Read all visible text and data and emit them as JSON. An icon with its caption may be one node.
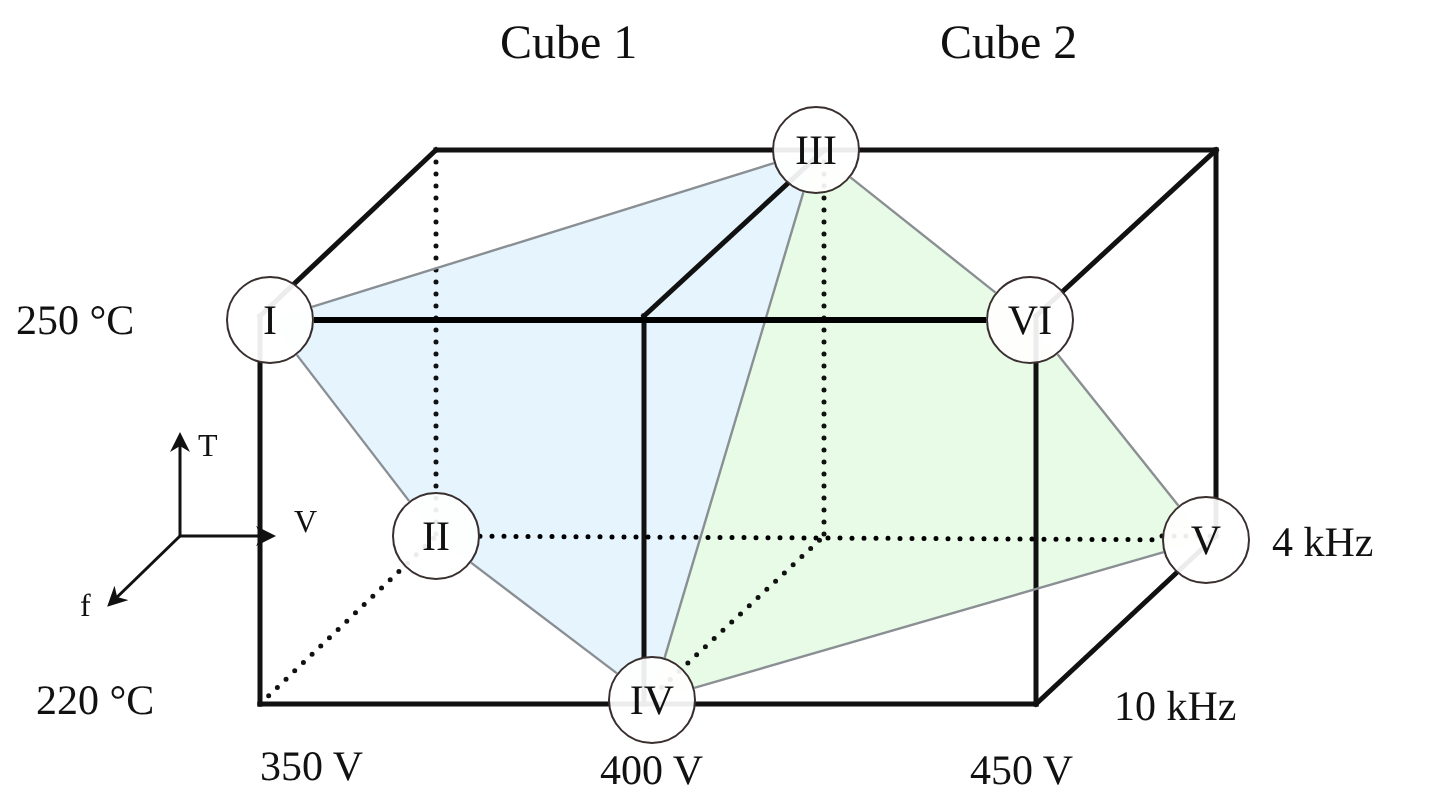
{
  "diagram": {
    "nodes": [
      {
        "text": [
          "I"
        ]
      },
      {
        "text": [
          "II"
        ]
      },
      {
        "text": [
          "III"
        ]
      },
      {
        "text": [
          "IV"
        ]
      },
      {
        "text": [
          "V"
        ]
      },
      {
        "text": [
          "VI"
        ]
      }
    ],
    "edges": [
      {
        "from": 0,
        "to": 2,
        "arrow": "none"
      },
      {
        "from": 0,
        "to": 1,
        "arrow": "none"
      },
      {
        "from": 1,
        "to": 3,
        "arrow": "none"
      },
      {
        "from": 2,
        "to": 3,
        "arrow": "none"
      },
      {
        "from": 2,
        "to": 5,
        "arrow": "none"
      },
      {
        "from": 5,
        "to": 4,
        "arrow": "none"
      },
      {
        "from": 4,
        "to": 3,
        "arrow": "none"
      },
      {
        "from": 0,
        "to": 5,
        "arrow": "none",
        "style": "thick",
        "color": "#000000"
      },
      {
        "from": 1,
        "to": 4,
        "arrow": "none",
        "style": "dashed",
        "color": "#000000"
      }
    ],
    "labels": [
      "Cube 1",
      "Cube 2",
      "250 °C",
      "T",
      "V",
      "f",
      "4 kHz",
      "220 °C",
      "10 kHz",
      "350 V",
      "400 V",
      "450 V"
    ]
  }
}
